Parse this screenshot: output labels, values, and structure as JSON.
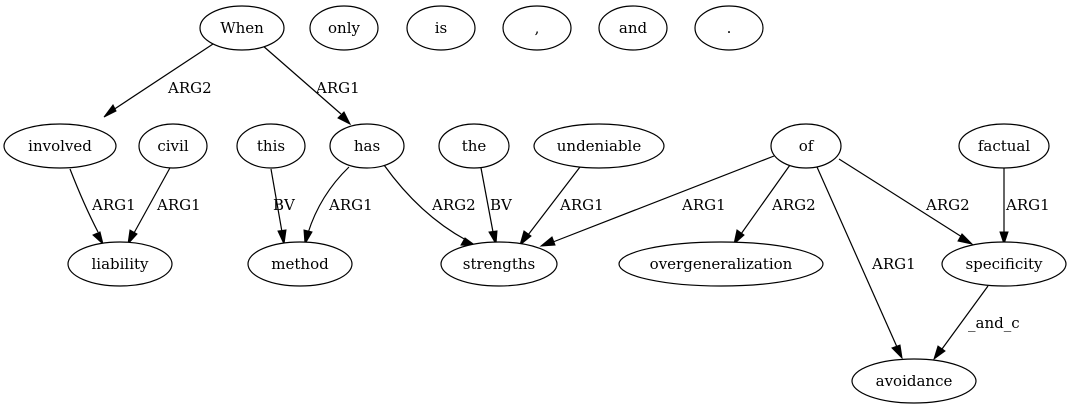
{
  "nodes": [
    {
      "id": "n_when",
      "label": "When"
    },
    {
      "id": "n_only",
      "label": "only"
    },
    {
      "id": "n_is",
      "label": "is"
    },
    {
      "id": "n_comma",
      "label": ","
    },
    {
      "id": "n_and",
      "label": "and"
    },
    {
      "id": "n_period",
      "label": "."
    },
    {
      "id": "n_involved",
      "label": "involved"
    },
    {
      "id": "n_civil",
      "label": "civil"
    },
    {
      "id": "n_this",
      "label": "this"
    },
    {
      "id": "n_has",
      "label": "has"
    },
    {
      "id": "n_the",
      "label": "the"
    },
    {
      "id": "n_undeniable",
      "label": "undeniable"
    },
    {
      "id": "n_of",
      "label": "of"
    },
    {
      "id": "n_factual",
      "label": "factual"
    },
    {
      "id": "n_liability",
      "label": "liability"
    },
    {
      "id": "n_method",
      "label": "method"
    },
    {
      "id": "n_strengths",
      "label": "strengths"
    },
    {
      "id": "n_overgen",
      "label": "overgeneralization"
    },
    {
      "id": "n_specificity",
      "label": "specificity"
    },
    {
      "id": "n_avoidance",
      "label": "avoidance"
    }
  ],
  "edges": [
    {
      "id": "e_when_involved",
      "from": "When",
      "to": "involved",
      "label": "ARG2"
    },
    {
      "id": "e_when_has",
      "from": "When",
      "to": "has",
      "label": "ARG1"
    },
    {
      "id": "e_involved_liability",
      "from": "involved",
      "to": "liability",
      "label": "ARG1"
    },
    {
      "id": "e_civil_liability",
      "from": "civil",
      "to": "liability",
      "label": "ARG1"
    },
    {
      "id": "e_this_method",
      "from": "this",
      "to": "method",
      "label": "BV"
    },
    {
      "id": "e_has_method",
      "from": "has",
      "to": "method",
      "label": "ARG1"
    },
    {
      "id": "e_has_strengths",
      "from": "has",
      "to": "strengths",
      "label": "ARG2"
    },
    {
      "id": "e_the_strengths",
      "from": "the",
      "to": "strengths",
      "label": "BV"
    },
    {
      "id": "e_undeniable_strengths",
      "from": "undeniable",
      "to": "strengths",
      "label": "ARG1"
    },
    {
      "id": "e_of_strengths",
      "from": "of",
      "to": "strengths",
      "label": "ARG1"
    },
    {
      "id": "e_of_overgen",
      "from": "of",
      "to": "overgeneralization",
      "label": "ARG2"
    },
    {
      "id": "e_of_avoidance",
      "from": "of",
      "to": "avoidance",
      "label": "ARG1"
    },
    {
      "id": "e_of_specificity",
      "from": "of",
      "to": "specificity",
      "label": "ARG2"
    },
    {
      "id": "e_factual_specificity",
      "from": "factual",
      "to": "specificity",
      "label": "ARG1"
    },
    {
      "id": "e_specificity_avoidance",
      "from": "specificity",
      "to": "avoidance",
      "label": "_and_c"
    }
  ]
}
